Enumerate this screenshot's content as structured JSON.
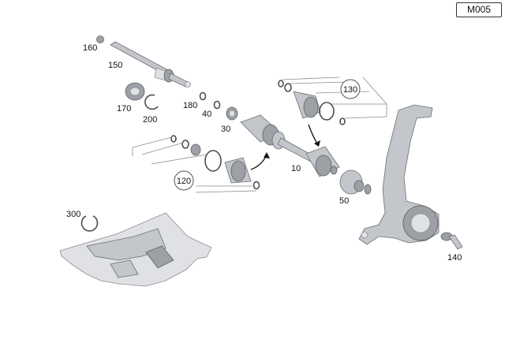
{
  "diagram": {
    "reference": "M005",
    "labels": {
      "l160": "160",
      "l150": "150",
      "l170": "170",
      "l200": "200",
      "l180": "180",
      "l40": "40",
      "l30": "30",
      "l130": "130",
      "l10": "10",
      "l120": "120",
      "l50": "50",
      "l300": "300",
      "l140": "140"
    },
    "icons": {
      "arrow": "curved-arrow",
      "parts": [
        "drive-shaft",
        "cv-joint",
        "boot",
        "clamp-ring",
        "circlip",
        "seal",
        "steering-knuckle",
        "bolt",
        "oil-pan"
      ]
    }
  }
}
